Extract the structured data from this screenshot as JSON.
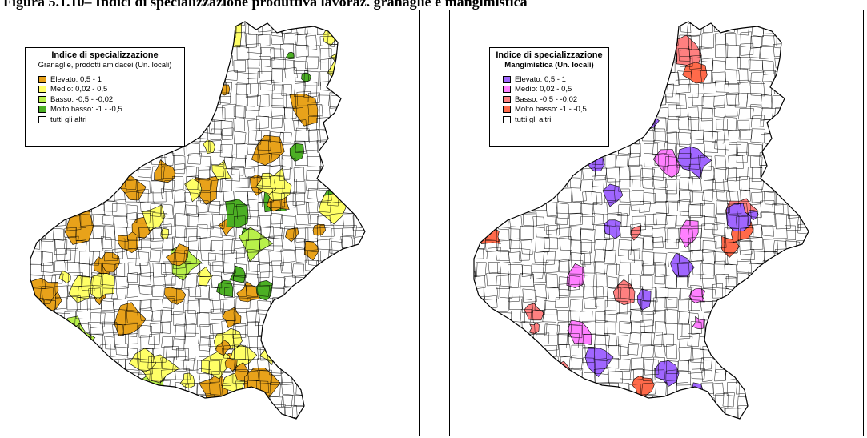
{
  "figure": {
    "title": "Figura 5.1.10– Indici di specializzazione produttiva lavoraz. granaglie e mangimistica"
  },
  "maps": [
    {
      "legend": {
        "title": "Indice di specializzazione",
        "subtitle": "Granaglie, prodotti amidacei (Un. locali)",
        "items": [
          {
            "label": "Elevato: 0,5 - 1",
            "color": "#e8a21a"
          },
          {
            "label": "Medio: 0,02 - 0,5",
            "color": "#ffff66"
          },
          {
            "label": "Basso: -0,5 - -0,02",
            "color": "#b8f04a"
          },
          {
            "label": "Molto basso: -1 - -0,5",
            "color": "#4caf24"
          },
          {
            "label": "tutti gli altri",
            "color": "#ffffff"
          }
        ]
      }
    },
    {
      "legend": {
        "title": "Indice di specializzazione",
        "subtitle": "Mangimistica (Un. locali)",
        "items": [
          {
            "label": "Elevato: 0,5 - 1",
            "color": "#a066ff"
          },
          {
            "label": "Medio: 0,02 - 0,5",
            "color": "#ff80ff"
          },
          {
            "label": "Basso: -0,5 - -0,02",
            "color": "#ff8080"
          },
          {
            "label": "Molto basso: -1 - -0,5",
            "color": "#ff6a4a"
          },
          {
            "label": "tutti gli altri",
            "color": "#ffffff"
          }
        ]
      }
    }
  ]
}
